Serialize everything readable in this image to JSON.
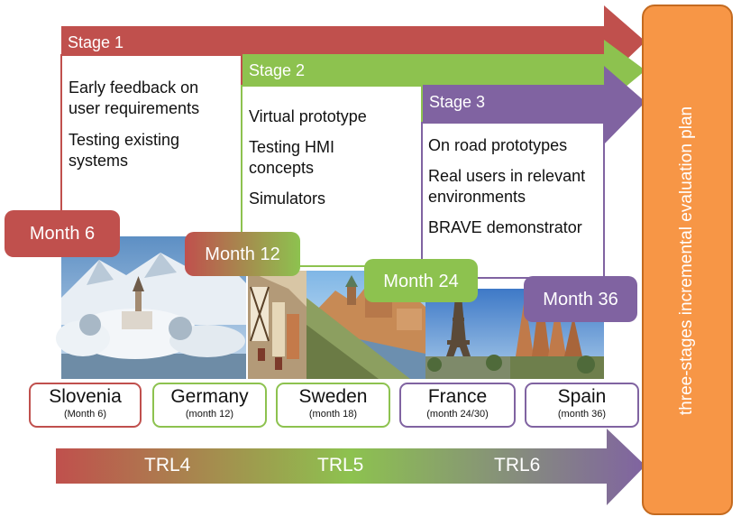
{
  "stages": [
    {
      "label": "Stage 1",
      "items": [
        "Early feedback on user requirements",
        "Testing existing systems"
      ]
    },
    {
      "label": "Stage 2",
      "items": [
        "Virtual prototype",
        "Testing HMI concepts",
        "Simulators"
      ]
    },
    {
      "label": "Stage 3",
      "items": [
        "On road prototypes",
        "Real users in relevant environments",
        "BRAVE demonstrator"
      ]
    }
  ],
  "months": [
    "Month 6",
    "Month 12",
    "Month 24",
    "Month 36"
  ],
  "countries": [
    {
      "name": "Slovenia",
      "when": "(Month 6)"
    },
    {
      "name": "Germany",
      "when": "(month 12)"
    },
    {
      "name": "Sweden",
      "when": "(month 18)"
    },
    {
      "name": "France",
      "when": "(month 24/30)"
    },
    {
      "name": "Spain",
      "when": "(month 36)"
    }
  ],
  "trl": [
    "TRL4",
    "TRL5",
    "TRL6"
  ],
  "side_label": "three-stages incremental evaluation plan",
  "colors": {
    "stage1": "#C0504D",
    "stage2": "#8DC24F",
    "stage3": "#8063A1",
    "orange": "#F79646",
    "orange_border": "#C46A1F"
  },
  "photos": [
    {
      "scene": "snowy lake island church with mountains",
      "country": "Slovenia"
    },
    {
      "scene": "half-timbered old town street",
      "country": "Germany"
    },
    {
      "scene": "old town waterfront with castle",
      "country": "Sweden"
    },
    {
      "scene": "Eiffel tower city view",
      "country": "France"
    },
    {
      "scene": "Sagrada Familia towers",
      "country": "Spain"
    }
  ]
}
